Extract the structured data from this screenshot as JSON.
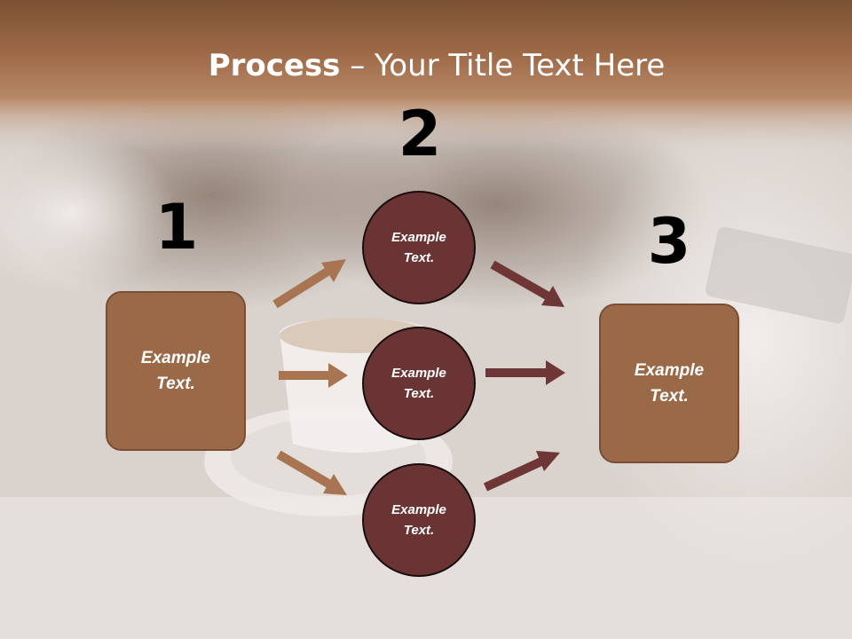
{
  "title": {
    "bold": "Process",
    "rest": " – Your Title Text Here"
  },
  "numbers": [
    "1",
    "2",
    "3"
  ],
  "step1": {
    "text": "Example\nText."
  },
  "step2": [
    {
      "text": "Example\nText."
    },
    {
      "text": "Example\nText."
    },
    {
      "text": "Example\nText."
    }
  ],
  "step3": {
    "text": "Example\nText."
  },
  "colors": {
    "box": "#9a6a48",
    "circle": "#6b3434",
    "arrow_light": "#a87452",
    "arrow_dark": "#6e3636",
    "header": "#9e6a48"
  }
}
